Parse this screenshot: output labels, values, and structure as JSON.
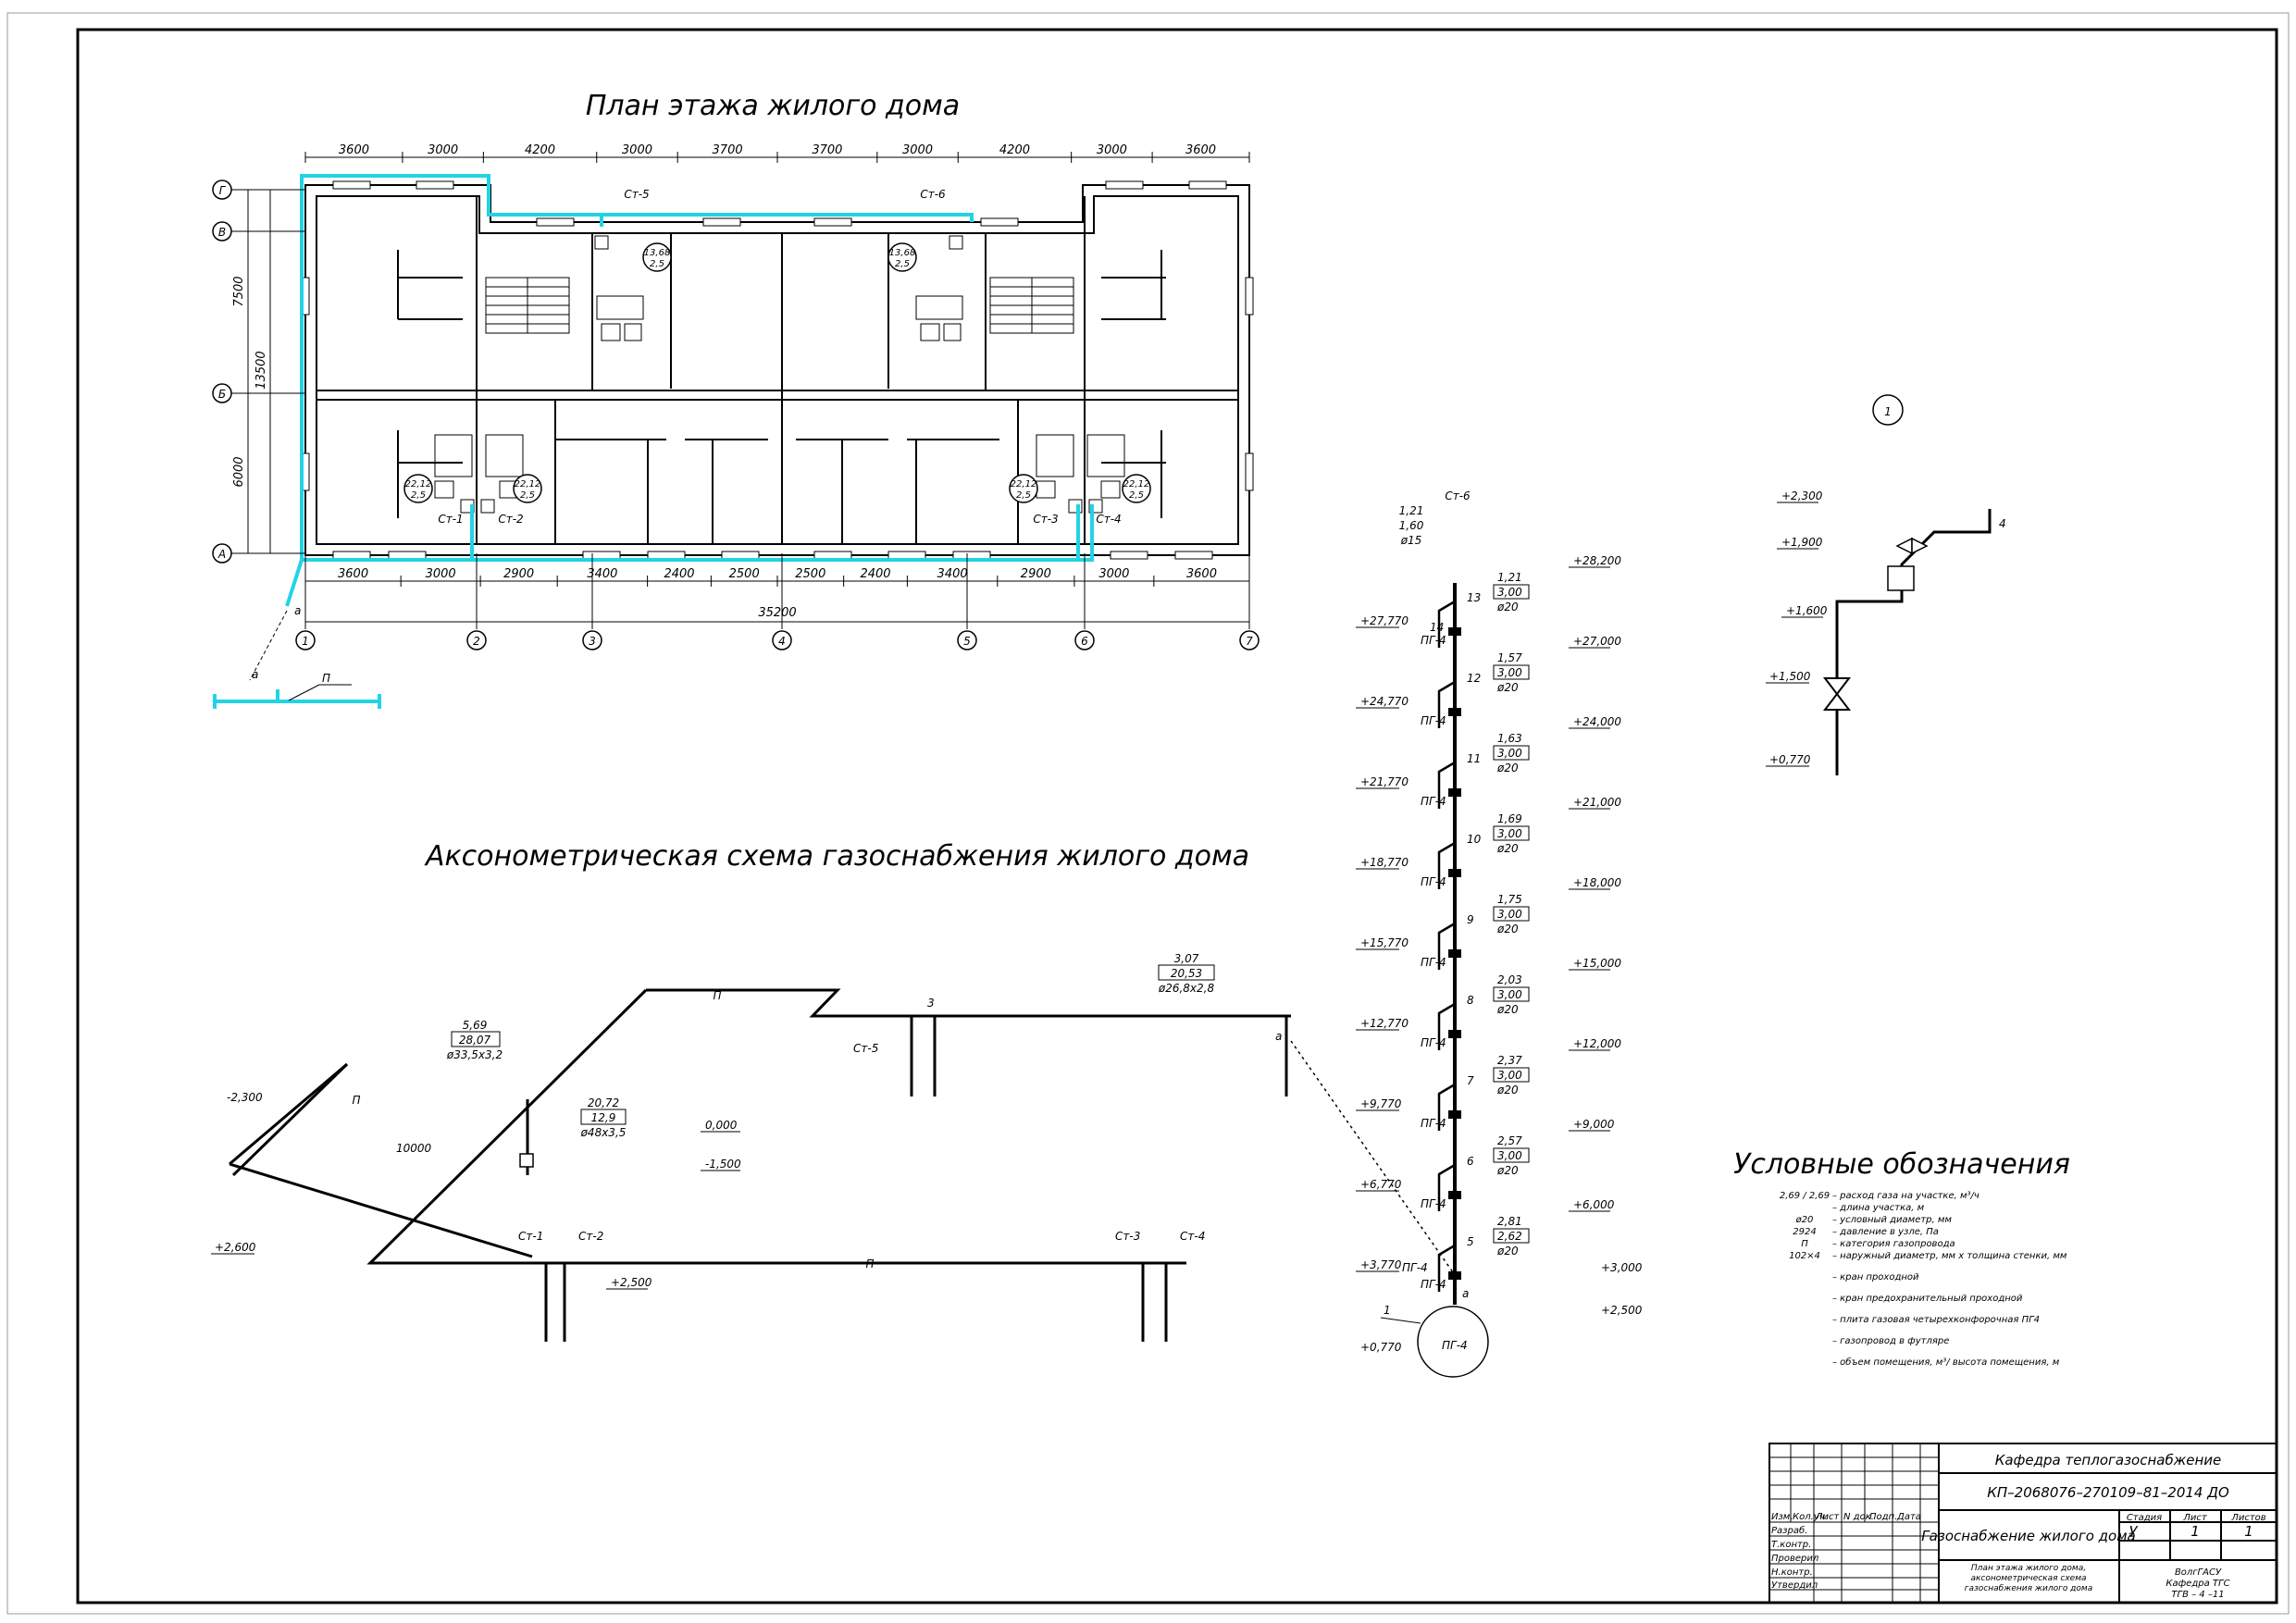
{
  "titles": {
    "plan": "План этажа жилого дома",
    "axonometric": "Аксонометрическая схема газоснабжения жилого дома",
    "legend": "Условные обозначения"
  },
  "plan": {
    "dims_top": [
      "3600",
      "3000",
      "4200",
      "3000",
      "3700",
      "3700",
      "3000",
      "4200",
      "3000",
      "3600"
    ],
    "dims_bottom": [
      "3600",
      "3000",
      "2900",
      "3400",
      "2400",
      "2500",
      "2500",
      "2400",
      "3400",
      "2900",
      "3000",
      "3600"
    ],
    "dim_total": "35200",
    "dims_left": [
      "7500",
      "13500",
      "6000"
    ],
    "row_axes": [
      "Г",
      "В",
      "Б",
      "А"
    ],
    "col_axes": [
      "1",
      "2",
      "3",
      "4",
      "5",
      "6",
      "7"
    ],
    "risers": [
      "Ст-1",
      "Ст-2",
      "Ст-3",
      "Ст-4",
      "Ст-5",
      "Ст-6"
    ],
    "rooms": {
      "v_kitchen": "22,12",
      "h_kitchen": "2,5",
      "v_top": "13,68",
      "h_top": "2,5"
    },
    "inlet": {
      "node": "а",
      "category": "П"
    }
  },
  "riser": {
    "title": "Ст-6",
    "top_label": {
      "q": "1,21",
      "l": "1,60",
      "d": "ø15"
    },
    "floors": [
      {
        "node": "13",
        "q": "1,21",
        "l": "3,00",
        "d": "ø20",
        "elev": "+28,200",
        "pg_elev": "+27,770"
      },
      {
        "node": "12",
        "q": "1,57",
        "l": "3,00",
        "d": "ø20",
        "elev": "+27,000",
        "pg_elev": "+24,770"
      },
      {
        "node": "11",
        "q": "1,63",
        "l": "3,00",
        "d": "ø20",
        "elev": "+24,000",
        "pg_elev": "+21,770"
      },
      {
        "node": "10",
        "q": "1,69",
        "l": "3,00",
        "d": "ø20",
        "elev": "+21,000",
        "pg_elev": "+18,770"
      },
      {
        "node": "9",
        "q": "1,75",
        "l": "3,00",
        "d": "ø20",
        "elev": "+18,000",
        "pg_elev": "+15,770"
      },
      {
        "node": "8",
        "q": "2,03",
        "l": "3,00",
        "d": "ø20",
        "elev": "+15,000",
        "pg_elev": "+12,770"
      },
      {
        "node": "7",
        "q": "2,37",
        "l": "3,00",
        "d": "ø20",
        "elev": "+12,000",
        "pg_elev": "+9,770"
      },
      {
        "node": "6",
        "q": "2,57",
        "l": "3,00",
        "d": "ø20",
        "elev": "+9,000",
        "pg_elev": "+6,770"
      },
      {
        "node": "5",
        "q": "2,81",
        "l": "2,62",
        "d": "ø20",
        "elev": "+6,000",
        "pg_elev": "+3,770"
      }
    ],
    "node14": "14",
    "pg_label": "ПГ-4",
    "extra_elevs": {
      "e3": "+3,000",
      "e25": "+2,500",
      "e077": "+0,770"
    },
    "callout": "1",
    "node_a": "а"
  },
  "axon": {
    "category": "П",
    "inlet_elev": "-2,300",
    "length_inlet": "10000",
    "label_main": {
      "q": "5,69",
      "l": "28,07",
      "d": "ø33,5х3,2"
    },
    "label_riser": {
      "q": "20,72",
      "l": "12,9",
      "d": "ø48х3,5"
    },
    "label_branch": {
      "q": "3,07",
      "l": "20,53",
      "d": "ø26,8х2,8"
    },
    "node3": "3",
    "node_a": "а",
    "elev_0": "0,000",
    "elev_m15": "-1,500",
    "elev_26": "+2,600",
    "elev_25": "+2,500",
    "risers": [
      "Ст-1",
      "Ст-2",
      "Ст-3",
      "Ст-4",
      "Ст-5"
    ]
  },
  "detail": {
    "callout": "1",
    "elevs": [
      "+2,300",
      "+1,900",
      "+1,600",
      "+1,500",
      "+0,770"
    ],
    "node": "4"
  },
  "legend": [
    {
      "sym": "2,69 / 2,69",
      "text": "– расход газа на участке, м³/ч"
    },
    {
      "sym": "",
      "text": "– длина участка, м"
    },
    {
      "sym": "ø20",
      "text": "– условный диаметр, мм"
    },
    {
      "sym": "2924",
      "text": "– давление в узле, Па"
    },
    {
      "sym": "П",
      "text": "– категория газопровода"
    },
    {
      "sym": "102×4",
      "text": "– наружный диаметр, мм х толщина стенки, мм"
    },
    {
      "sym": "",
      "text": "– кран проходной"
    },
    {
      "sym": "",
      "text": "– кран предохранительный проходной"
    },
    {
      "sym": "",
      "text": "– плита газовая четырехконфорочная ПГ4"
    },
    {
      "sym": "",
      "text": "– газопровод в футляре"
    },
    {
      "sym": "",
      "text": "– объем помещения, м³/ высота помещения, м"
    }
  ],
  "title_block": {
    "dept": "Кафедра теплогазоснабжение",
    "code": "КП–2068076–270109–81–2014 ДО",
    "project": "Газоснабжение жилого дома",
    "headers": [
      "Изм.",
      "Кол.уч.",
      "Лист",
      "N док.",
      "Подп.",
      "Дата"
    ],
    "roles": [
      "Разраб.",
      "Т.контр.",
      "Проверил",
      "Н.контр.",
      "Утвердил"
    ],
    "stage_hdr": "Стадия",
    "sheet_hdr": "Лист",
    "sheets_hdr": "Листов",
    "stage": "У",
    "sheet": "1",
    "sheets": "1",
    "sheet_title": "План этажа жилого дома, аксонометрическая схема газоснабжения жилого дома",
    "org": "ВолгГАСУ",
    "org2": "Кафедра ТГС",
    "group": "ТГВ – 4 –11"
  }
}
